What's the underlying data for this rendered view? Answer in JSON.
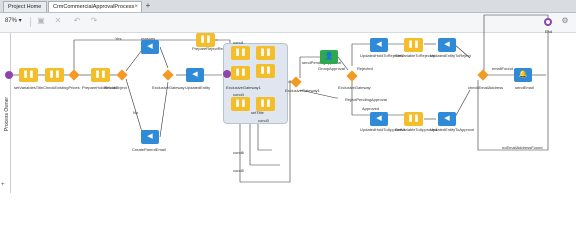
{
  "tabs": [
    {
      "label": "Project Home"
    },
    {
      "label": "CrmCommercialApprovalProcess"
    }
  ],
  "toolbar": {
    "zoom": "87%"
  },
  "lane": {
    "label": "Process Owner"
  },
  "labels": {
    "setVarsTitle": "setVariablesTitleCheckExistingPrices",
    "prepareHoldRecord": "PrepareHoldRecord",
    "yes": "Yes",
    "isHoldObject": "isHoldObject",
    "reasonsIng": "reasons",
    "exclusiveGateway": "ExclusiveGateway",
    "updatedEntity": "UpdatedEntity",
    "no": "No",
    "createParentEmail": "CreateParentEmail",
    "prepareRejectRequest": "PrepareRejectRequest",
    "cond1": "cond1",
    "cond2": "cond2",
    "exclusiveGateway1": "ExclusiveGateway1",
    "setTitle": "setTitle",
    "cond3": "cond3",
    "cond4": "cond4",
    "cond5": "cond5",
    "cond6": "cond6",
    "sendPendingApproval": "sendPendingApproval",
    "groupApproval": "GroupApproval",
    "exclusiveGatewayA": "ExclusiveGateway1",
    "exclusiveGatewayB": "ExclusiveGateway",
    "rejected": "Rejected",
    "approved": "Approved",
    "rejectPending": "RejectPendingApproval",
    "updatedHoldToRejected": "UpdatedHoldToRejected",
    "setVarToRejected": "SetVariableToRejected",
    "updatedEntityReject": "UpdatedEntityToReject",
    "updatedHoldToApproved": "UpdatedHoldToApproved",
    "setVarToApproved": "SetVariableToApproved",
    "updatedEntityApprove": "UpdatedEntityToApprove",
    "emailFound": "emailFound",
    "checkEmail": "checkEmailAddress",
    "sendEmail": "sendEmail",
    "end": "End",
    "noEmail": "noEmailAddressFound"
  }
}
